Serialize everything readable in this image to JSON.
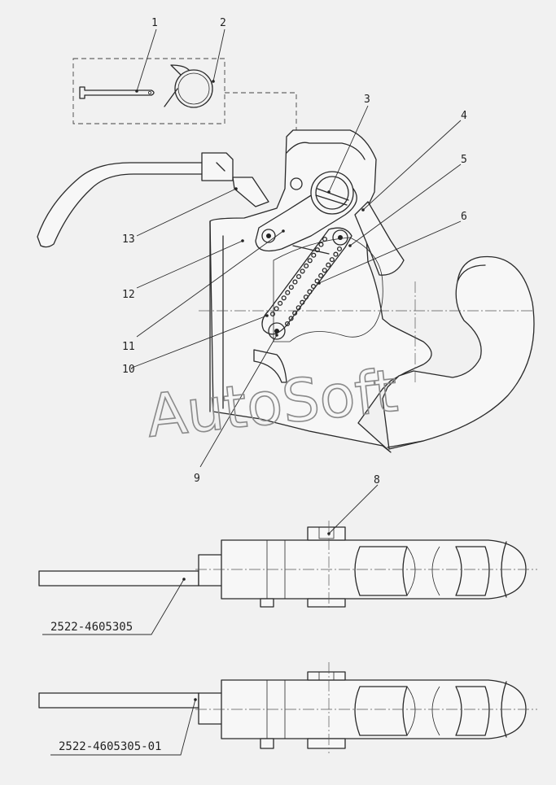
{
  "watermark": "AutoSoft",
  "callouts": [
    {
      "id": "1",
      "label": "1"
    },
    {
      "id": "2",
      "label": "2"
    },
    {
      "id": "3",
      "label": "3"
    },
    {
      "id": "4",
      "label": "4"
    },
    {
      "id": "5",
      "label": "5"
    },
    {
      "id": "6",
      "label": "6"
    },
    {
      "id": "8",
      "label": "8"
    },
    {
      "id": "9",
      "label": "9"
    },
    {
      "id": "10",
      "label": "10"
    },
    {
      "id": "11",
      "label": "11"
    },
    {
      "id": "12",
      "label": "12"
    },
    {
      "id": "13",
      "label": "13"
    }
  ],
  "variants": [
    {
      "part_number": "2522-4605305"
    },
    {
      "part_number": "2522-4605305-01"
    }
  ]
}
